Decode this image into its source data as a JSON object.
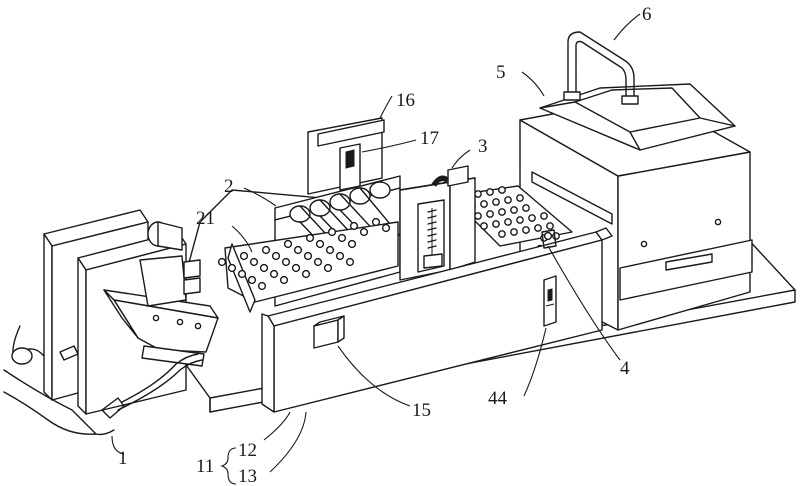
{
  "labels": {
    "l1": "1",
    "l2": "2",
    "l3": "3",
    "l4": "4",
    "l5": "5",
    "l6": "6",
    "l11": "11",
    "l12": "12",
    "l13": "13",
    "l15": "15",
    "l16": "16",
    "l17": "17",
    "l21": "21",
    "l44": "44"
  }
}
